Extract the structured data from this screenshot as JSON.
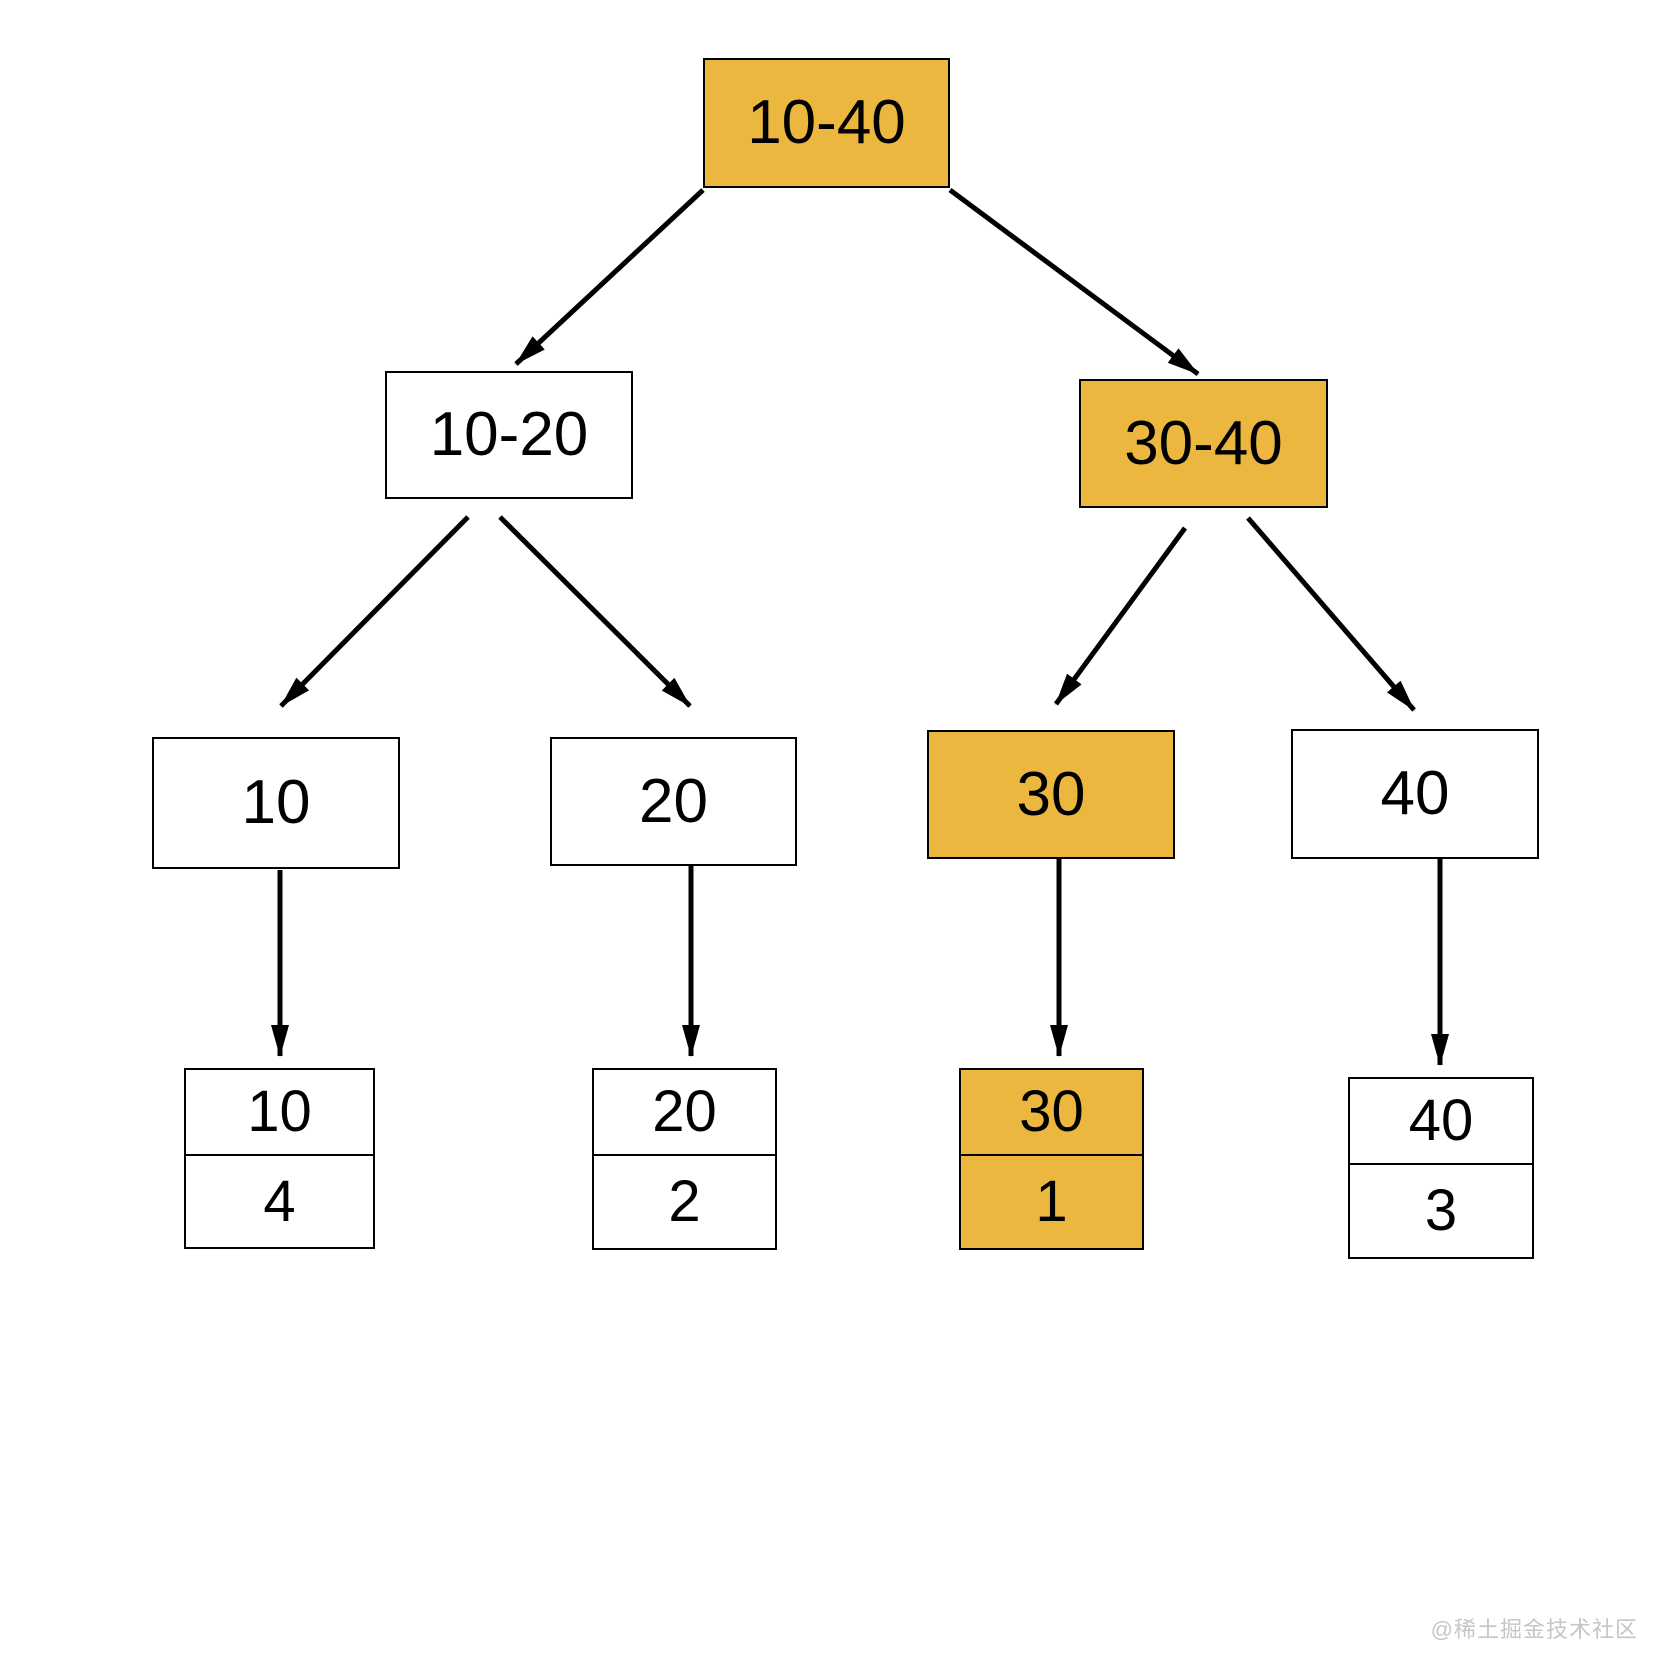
{
  "page": {
    "background": "#ffffff"
  },
  "colors": {
    "highlight": "#ECB73E",
    "node_fill": "#ffffff",
    "border": "#000000",
    "arrow": "#000000",
    "text": "#000000",
    "watermark": "#c6c6c6"
  },
  "diagram": {
    "type": "segment-tree",
    "internal_nodes": [
      {
        "id": "10-40",
        "label": "10-40",
        "level": 1,
        "highlighted": true
      },
      {
        "id": "10-20",
        "label": "10-20",
        "level": 2,
        "highlighted": false
      },
      {
        "id": "30-40",
        "label": "30-40",
        "level": 2,
        "highlighted": true
      },
      {
        "id": "10",
        "label": "10",
        "level": 3,
        "highlighted": false
      },
      {
        "id": "20",
        "label": "20",
        "level": 3,
        "highlighted": false
      },
      {
        "id": "30",
        "label": "30",
        "level": 3,
        "highlighted": true
      },
      {
        "id": "40",
        "label": "40",
        "level": 3,
        "highlighted": false
      }
    ],
    "leaf_nodes": [
      {
        "value": "10",
        "count": "4",
        "highlighted": false
      },
      {
        "value": "20",
        "count": "2",
        "highlighted": false
      },
      {
        "value": "30",
        "count": "1",
        "highlighted": true
      },
      {
        "value": "40",
        "count": "3",
        "highlighted": false
      }
    ],
    "edges": [
      {
        "from": "10-40",
        "to": "10-20"
      },
      {
        "from": "10-40",
        "to": "30-40"
      },
      {
        "from": "10-20",
        "to": "10"
      },
      {
        "from": "10-20",
        "to": "20"
      },
      {
        "from": "30-40",
        "to": "30"
      },
      {
        "from": "30-40",
        "to": "40"
      },
      {
        "from": "10",
        "to": "leaf-10"
      },
      {
        "from": "20",
        "to": "leaf-20"
      },
      {
        "from": "30",
        "to": "leaf-30"
      },
      {
        "from": "40",
        "to": "leaf-40"
      }
    ]
  },
  "watermark": {
    "text": "@稀土掘金技术社区"
  }
}
